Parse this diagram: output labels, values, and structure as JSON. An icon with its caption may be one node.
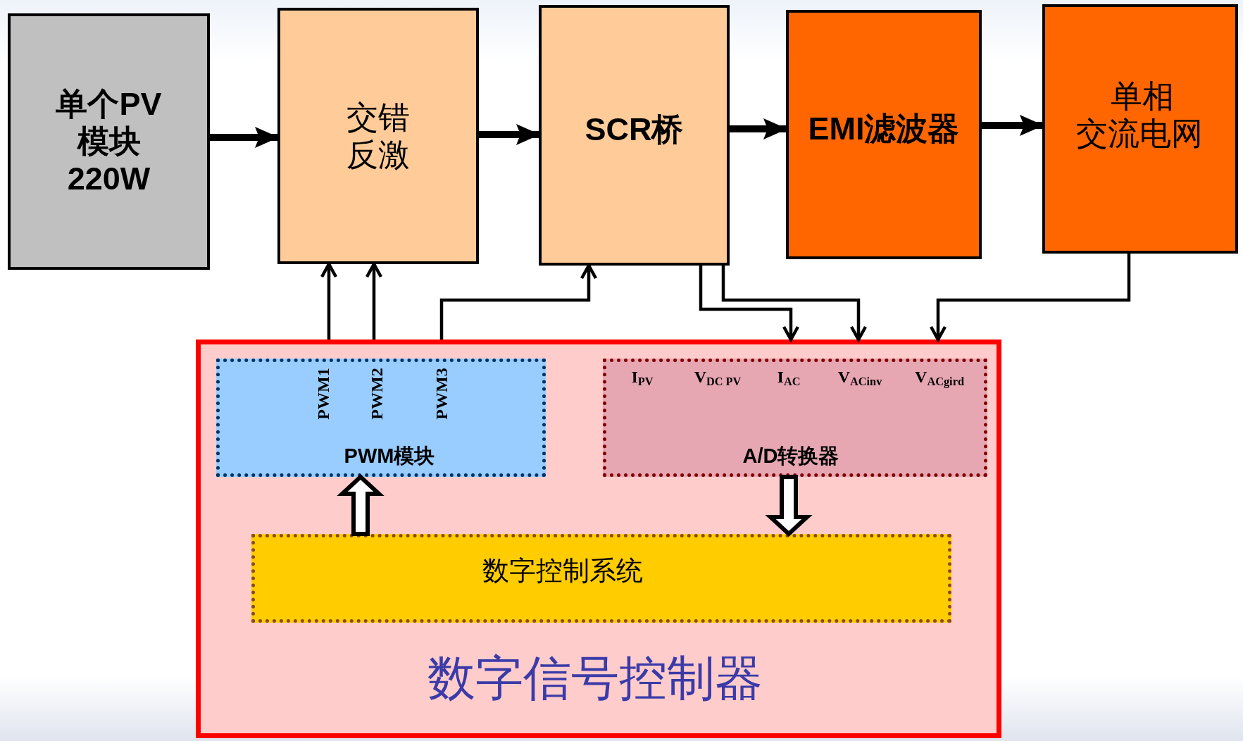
{
  "diagram": {
    "nodes": [
      {
        "text": [
          "单个PV 模块 220W"
        ]
      },
      {
        "text": [
          "交错反激"
        ]
      },
      {
        "text": [
          "SCR桥"
        ]
      },
      {
        "text": [
          "EMI滤波器"
        ]
      },
      {
        "text": [
          "单相交流电网"
        ]
      },
      {
        "text": [
          "数字信号控制器"
        ]
      },
      {
        "text": [
          "PWM1",
          "PWM2",
          "PWM3",
          "PWM模块"
        ],
        "in": 5
      },
      {
        "text": [
          "I$_{PV}$",
          "V$_{DC PV}$",
          "I$_{AC}$",
          "V$_{ACinv}$",
          "V$_{ACgird}$",
          "A/D转换器"
        ],
        "in": 5
      },
      {
        "text": [
          "数字控制系统"
        ],
        "in": 5
      }
    ],
    "edges": [
      {
        "from": 0,
        "to": 1,
        "arrow": "to",
        "style": "thick"
      },
      {
        "from": 1,
        "to": 2,
        "arrow": "to",
        "style": "thick"
      },
      {
        "from": 2,
        "to": 3,
        "arrow": "to",
        "style": "thick"
      },
      {
        "from": 3,
        "to": 4,
        "arrow": "to",
        "style": "thick"
      },
      {
        "from": 5,
        "to": 1,
        "arrow": "to"
      },
      {
        "from": 5,
        "to": 1,
        "arrow": "to"
      },
      {
        "from": 5,
        "to": 2,
        "arrow": "to"
      },
      {
        "from": 2,
        "to": 5,
        "arrow": "to"
      },
      {
        "from": 2,
        "to": 5,
        "arrow": "to"
      },
      {
        "from": 4,
        "to": 5,
        "arrow": "to"
      },
      {
        "from": 8,
        "to": 6,
        "arrow": "to",
        "style": "thick"
      },
      {
        "from": 7,
        "to": 8,
        "arrow": "to",
        "style": "thick"
      }
    ]
  }
}
